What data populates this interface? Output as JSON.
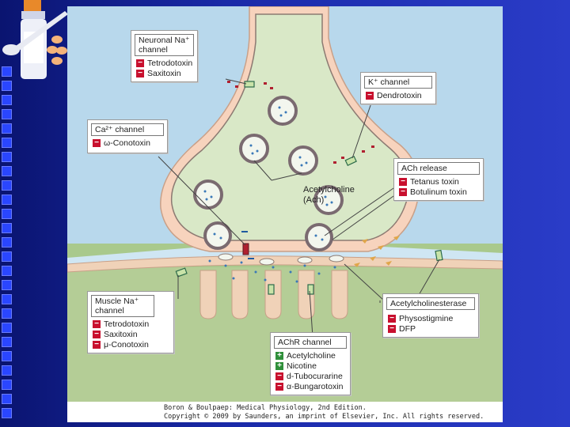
{
  "boxes": {
    "neuronal_na": {
      "title": "Neuronal Na⁺ channel",
      "items": [
        {
          "sign": "−",
          "label": "Tetrodotoxin"
        },
        {
          "sign": "−",
          "label": "Saxitoxin"
        }
      ]
    },
    "k_channel": {
      "title": "K⁺ channel",
      "items": [
        {
          "sign": "−",
          "label": "Dendrotoxin"
        }
      ]
    },
    "ca_channel": {
      "title": "Ca²⁺ channel",
      "items": [
        {
          "sign": "−",
          "label": "ω-Conotoxin"
        }
      ]
    },
    "ach_release": {
      "title": "ACh release",
      "items": [
        {
          "sign": "−",
          "label": "Tetanus toxin"
        },
        {
          "sign": "−",
          "label": "Botulinum toxin"
        }
      ]
    },
    "muscle_na": {
      "title": "Muscle Na⁺ channel",
      "items": [
        {
          "sign": "−",
          "label": "Tetrodotoxin"
        },
        {
          "sign": "−",
          "label": "Saxitoxin"
        },
        {
          "sign": "−",
          "label": "μ-Conotoxin"
        }
      ]
    },
    "achr": {
      "title": "AChR channel",
      "items": [
        {
          "sign": "+",
          "label": "Acetylcholine"
        },
        {
          "sign": "+",
          "label": "Nicotine"
        },
        {
          "sign": "−",
          "label": "d-Tubocurarine"
        },
        {
          "sign": "−",
          "label": "α-Bungarotoxin"
        }
      ]
    },
    "ache": {
      "title": "Acetylcholinesterase",
      "items": [
        {
          "sign": "−",
          "label": "Physostigmine"
        },
        {
          "sign": "−",
          "label": "DFP"
        }
      ]
    }
  },
  "diagram_labels": {
    "acetylcholine_line1": "Acetylcholine",
    "acetylcholine_line2": "(Ach)"
  },
  "credit": {
    "line1": "Boron & Boulpaep: Medical Physiology, 2nd Edition.",
    "line2": "Copyright © 2009 by Saunders, an imprint of Elsevier, Inc. All rights reserved."
  },
  "colors": {
    "terminal_fill": "#f7d3bd",
    "terminal_inner": "#d9e8c7",
    "muscle": "#b4cd96",
    "cleft": "#a8d4e8",
    "inhibit": "#c8102e",
    "activate": "#2f8f3a"
  }
}
